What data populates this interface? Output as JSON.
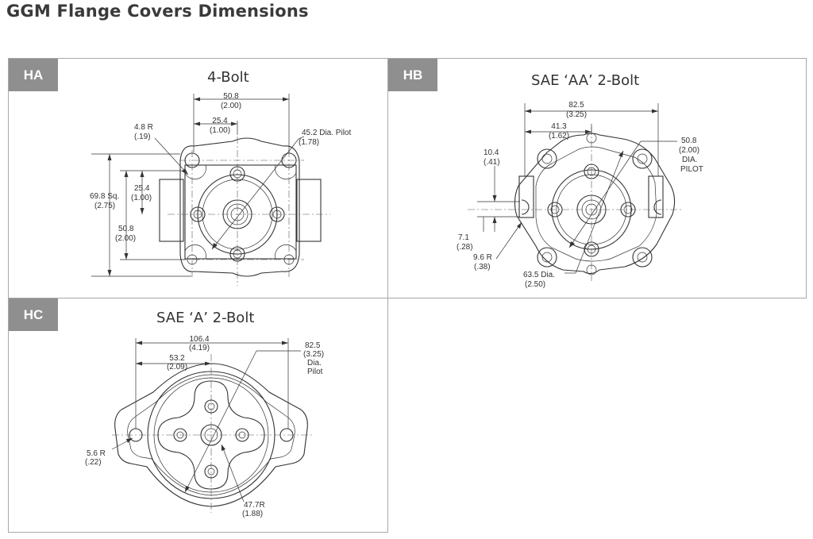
{
  "page_title": "GGM Flange Covers Dimensions",
  "panels": {
    "ha": {
      "tag": "HA",
      "title": "4-Bolt",
      "dims": {
        "w_outer_a": "50.8",
        "w_outer_b": "(2.00)",
        "w_half_a": "25.4",
        "w_half_b": "(1.00)",
        "r_a": "4.8 R",
        "r_b": "(.19)",
        "pilot_a": "45.2 Dia. Pilot",
        "pilot_b": "(1.78)",
        "sq_a": "69.8 Sq.",
        "sq_b": "(2.75)",
        "v_half_a": "25.4",
        "v_half_b": "(1.00)",
        "v_outer_a": "50.8",
        "v_outer_b": "(2.00)"
      }
    },
    "hb": {
      "tag": "HB",
      "title": "SAE ‘AA’ 2-Bolt",
      "dims": {
        "w_outer_a": "82.5",
        "w_outer_b": "(3.25)",
        "w_half_a": "41.3",
        "w_half_b": "(1.62)",
        "pilot_a": "50.8",
        "pilot_b": "(2.00)",
        "pilot_c": "DIA.",
        "pilot_d": "PILOT",
        "h1_a": "10.4",
        "h1_b": "(.41)",
        "h2_a": "7.1",
        "h2_b": "(.28)",
        "r_a": "9.6 R",
        "r_b": "(.38)",
        "dia_a": "63.5 Dia.",
        "dia_b": "(2.50)"
      }
    },
    "hc": {
      "tag": "HC",
      "title": "SAE ‘A’ 2-Bolt",
      "dims": {
        "w_outer_a": "106.4",
        "w_outer_b": "(4.19)",
        "w_half_a": "53.2",
        "w_half_b": "(2.09)",
        "pilot_a": "82.5",
        "pilot_b": "(3.25)",
        "pilot_c": "Dia.",
        "pilot_d": "Pilot",
        "r_a": "5.6 R",
        "r_b": "(.22)",
        "r2_a": "47.7R",
        "r2_b": "(1.88)"
      }
    }
  }
}
